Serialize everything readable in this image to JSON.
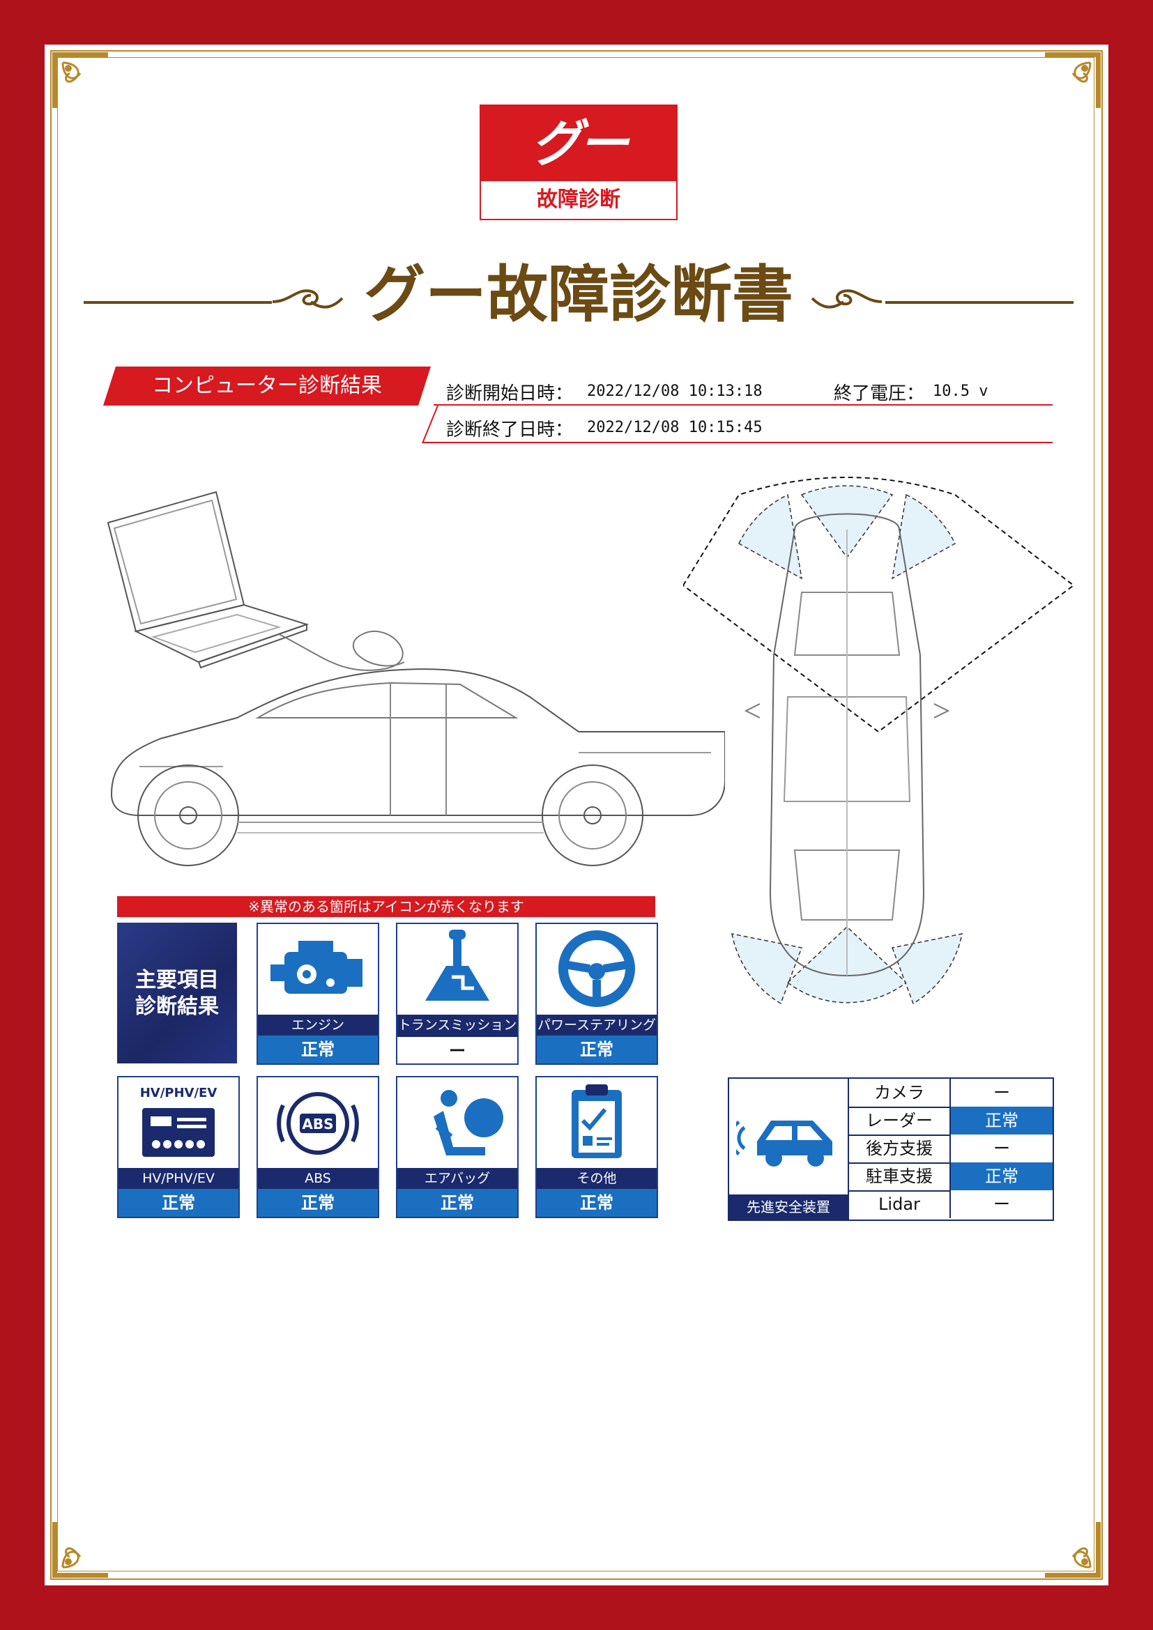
{
  "logo": {
    "mark": "グー",
    "subtitle": "故障診断"
  },
  "document": {
    "title": "グー故障診断書"
  },
  "section": {
    "title": "コンピューター診断結果"
  },
  "diagnosis": {
    "start_label": "診断開始日時：",
    "start_value": "2022/12/08 10:13:18",
    "end_label": "診断終了日時：",
    "end_value": "2022/12/08 10:15:45",
    "voltage_label": "終了電圧：",
    "voltage_value": "10.5 v"
  },
  "notice": "※異常のある箇所はアイコンが赤くなります",
  "main_items": {
    "title_line1": "主要項目",
    "title_line2": "診断結果",
    "cards": [
      {
        "name": "エンジン",
        "status": "正常",
        "icon": "engine-icon"
      },
      {
        "name": "トランスミッション",
        "status": "ー",
        "icon": "gear-shift-icon"
      },
      {
        "name": "パワーステアリング",
        "status": "正常",
        "icon": "steering-wheel-icon"
      },
      {
        "name": "HV/PHV/EV",
        "status": "正常",
        "icon": "hybrid-battery-icon",
        "badge": "HV/PHV/EV"
      },
      {
        "name": "ABS",
        "status": "正常",
        "icon": "abs-icon",
        "badge": "ABS"
      },
      {
        "name": "エアバッグ",
        "status": "正常",
        "icon": "airbag-icon"
      },
      {
        "name": "その他",
        "status": "正常",
        "icon": "clipboard-icon"
      }
    ]
  },
  "adas": {
    "caption": "先進安全装置",
    "rows": [
      {
        "item": "カメラ",
        "status": "ー"
      },
      {
        "item": "レーダー",
        "status": "正常"
      },
      {
        "item": "後方支援",
        "status": "ー"
      },
      {
        "item": "駐車支援",
        "status": "正常"
      },
      {
        "item": "Lidar",
        "status": "ー"
      }
    ]
  },
  "colors": {
    "frame": "#b0121b",
    "accent_red": "#d71920",
    "gold": "#b8892a",
    "title_brown": "#6b4a14",
    "navy": "#1a2a6c",
    "status_blue": "#1b6fc0"
  }
}
